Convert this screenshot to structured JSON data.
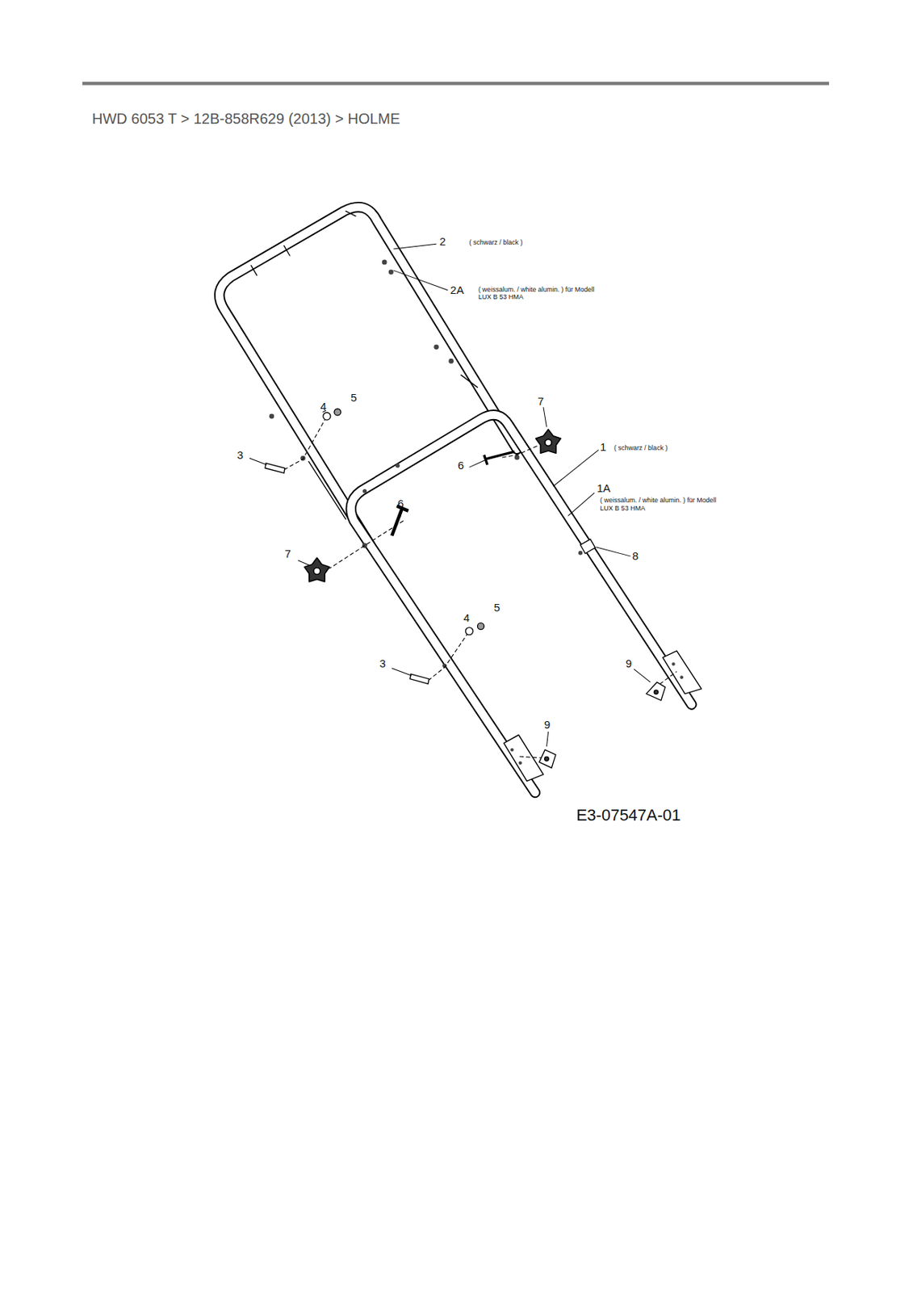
{
  "diagram": {
    "title": "HWD 6053 T  >  12B-858R629 (2013)  >  HOLME",
    "labels": [
      "2",
      "( schwarz / black )",
      "2A",
      "( weissalum. / white alumin. ) für Modell LUX B 53 HMA",
      "4",
      "5",
      "7",
      "3",
      "1",
      "( schwarz / black )",
      "6",
      "1A",
      "( weissalum. / white alumin. ) für Modell LUX B 53 HMA",
      "6",
      "7",
      "8",
      "4",
      "5",
      "3",
      "9",
      "9",
      "E3-07547A-01"
    ]
  }
}
